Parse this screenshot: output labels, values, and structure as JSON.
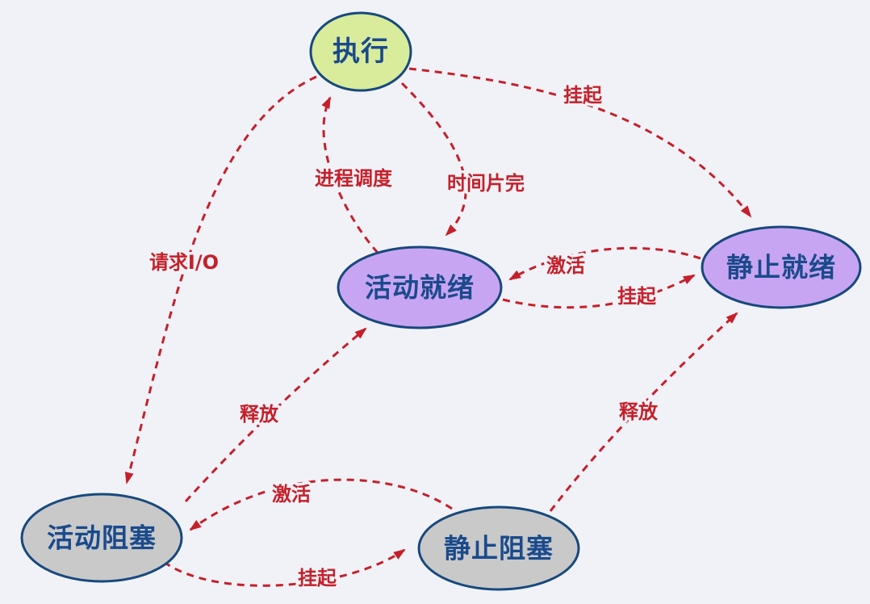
{
  "diagram": {
    "title": "process-state-transition-diagram",
    "colors": {
      "background": "#f1f2f8",
      "node_border": "#17497d",
      "node_text": "#1a4a8c",
      "exec_fill": "#d8ec9c",
      "ready_fill": "#c8a5f2",
      "blocked_fill": "#c9c9c9",
      "edge_color": "#c5202a"
    },
    "nodes": [
      {
        "id": "exec",
        "label": "执行"
      },
      {
        "id": "active-ready",
        "label": "活动就绪"
      },
      {
        "id": "static-ready",
        "label": "静止就绪"
      },
      {
        "id": "active-blocked",
        "label": "活动阻塞"
      },
      {
        "id": "static-blocked",
        "label": "静止阻塞"
      }
    ],
    "edges": [
      {
        "from": "exec",
        "to": "static-ready",
        "label": "挂起"
      },
      {
        "from": "active-ready",
        "to": "exec",
        "label": "进程调度"
      },
      {
        "from": "exec",
        "to": "active-ready",
        "label": "时间片完"
      },
      {
        "from": "exec",
        "to": "active-blocked",
        "label": "请求I/O"
      },
      {
        "from": "static-ready",
        "to": "active-ready",
        "label": "激活"
      },
      {
        "from": "active-ready",
        "to": "static-ready",
        "label": "挂起"
      },
      {
        "from": "active-blocked",
        "to": "active-ready",
        "label": "释放"
      },
      {
        "from": "static-blocked",
        "to": "static-ready",
        "label": "释放"
      },
      {
        "from": "static-blocked",
        "to": "active-blocked",
        "label": "激活"
      },
      {
        "from": "active-blocked",
        "to": "static-blocked",
        "label": "挂起"
      }
    ]
  }
}
